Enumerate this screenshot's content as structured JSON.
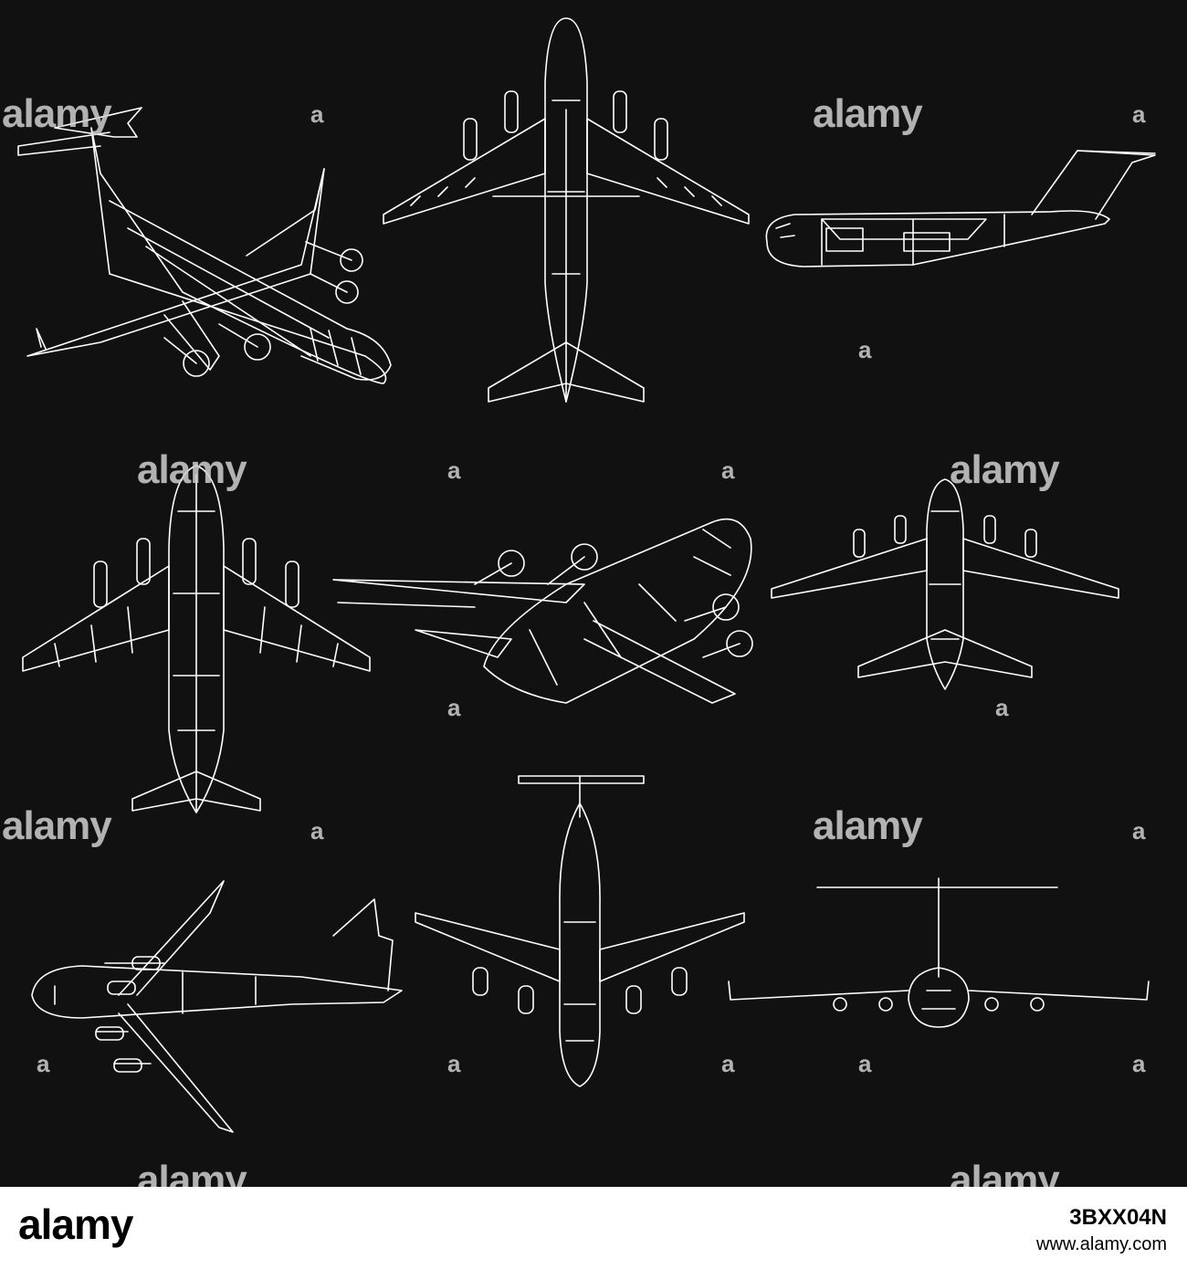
{
  "image": {
    "background_color": "#111111",
    "line_color": "#ffffff",
    "views": [
      "perspective-front-left",
      "top-view",
      "side-view",
      "top-view-detailed",
      "perspective-front-right",
      "top-view-rear",
      "perspective-bottom-left",
      "bottom-view",
      "front-view"
    ]
  },
  "watermarks": {
    "word": "alamy",
    "letter": "a"
  },
  "footer": {
    "logo": "alamy",
    "image_id": "3BXX04N",
    "url": "www.alamy.com"
  }
}
